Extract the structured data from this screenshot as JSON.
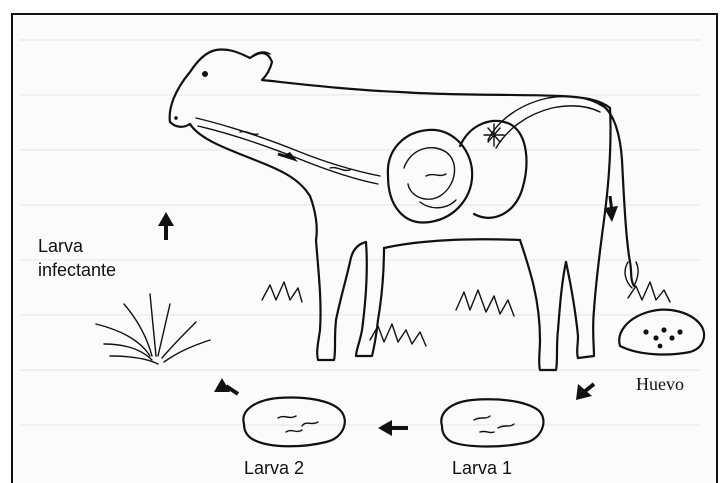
{
  "labels": {
    "infective_larva_line1": "Larva",
    "infective_larva_line2": "infectante",
    "egg": "Huevo",
    "larva2": "Larva 2",
    "larva1": "Larva 1"
  },
  "colors": {
    "ink": "#111111",
    "background": "#ffffff"
  }
}
